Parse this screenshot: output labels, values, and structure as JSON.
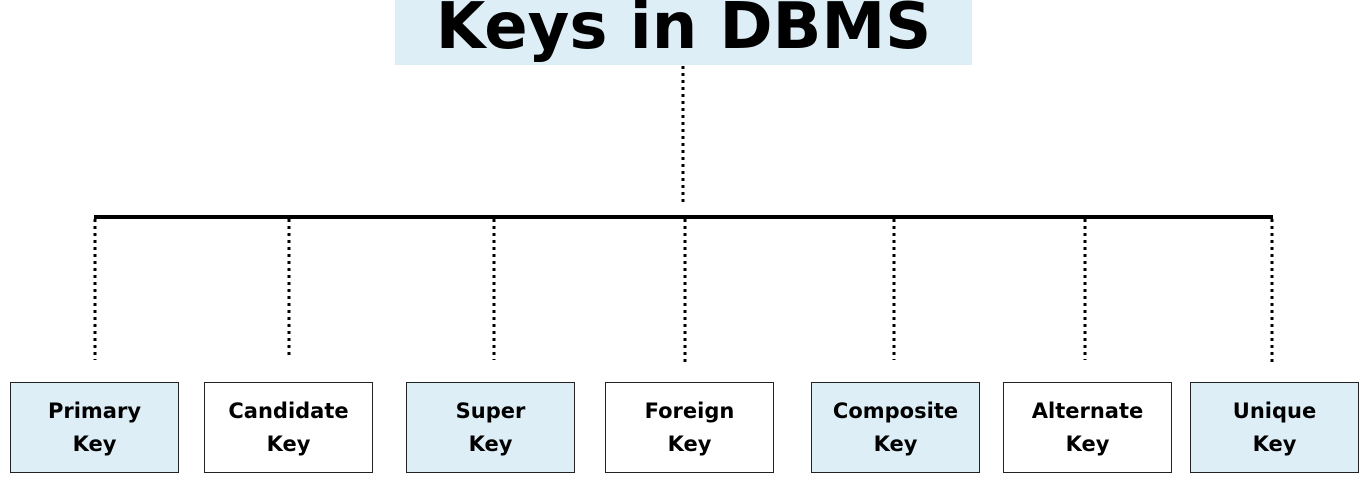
{
  "title": "Keys in DBMS",
  "colors": {
    "box_fill": "#ddeef6",
    "line": "#000000"
  },
  "keys": [
    {
      "line1": "Primary",
      "line2": "Key",
      "filled": true
    },
    {
      "line1": "Candidate",
      "line2": "Key",
      "filled": false
    },
    {
      "line1": "Super",
      "line2": "Key",
      "filled": true
    },
    {
      "line1": "Foreign",
      "line2": "Key",
      "filled": false
    },
    {
      "line1": "Composite",
      "line2": "Key",
      "filled": true
    },
    {
      "line1": "Alternate",
      "line2": "Key",
      "filled": false
    },
    {
      "line1": "Unique",
      "line2": "Key",
      "filled": true
    }
  ]
}
